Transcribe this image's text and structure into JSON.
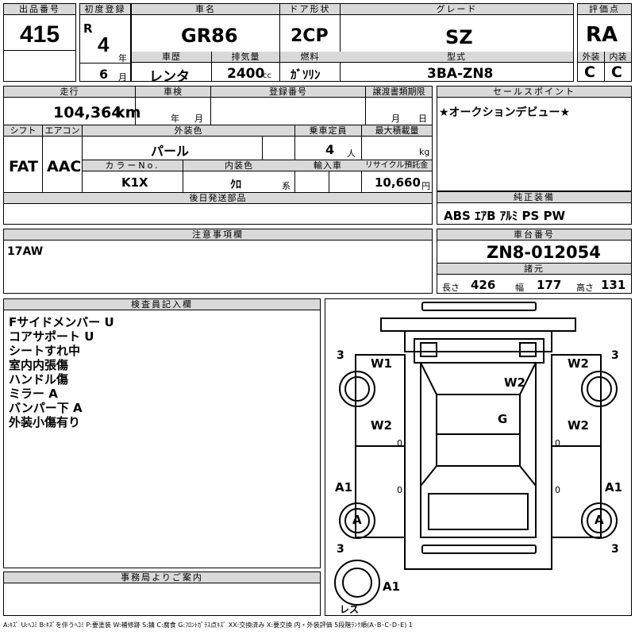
{
  "header": {
    "lot_label": "出品番号",
    "lot": "415",
    "first_reg_label": "初度登録",
    "era": "R",
    "year": "4",
    "year_unit": "年",
    "month": "6",
    "month_unit": "月",
    "model_label": "車名",
    "model": "GR86",
    "door_label": "ドア形状",
    "door": "2CP",
    "grade_label": "グレード",
    "grade": "SZ",
    "score_label": "評価点",
    "score": "RA",
    "history_label": "車歴",
    "history": "レンタ",
    "displacement_label": "排気量",
    "displacement": "2400",
    "displacement_unit": "cc",
    "fuel_label": "燃料",
    "fuel": "ｶﾞｿﾘﾝ",
    "type_label": "型式",
    "type": "3BA-ZN8",
    "ext_label": "外装",
    "ext": "C",
    "int_label": "内装",
    "int": "C"
  },
  "row2": {
    "mileage_label": "走行",
    "mileage": "104,364",
    "mileage_unit": "km",
    "inspection_label": "車検",
    "year_unit": "年",
    "month_unit": "月",
    "reg_no_label": "登録番号",
    "transfer_label": "譲渡書類期限",
    "transfer_month_unit": "月",
    "transfer_day_unit": "日",
    "shift_label": "シフト",
    "shift": "FAT",
    "ac_label": "エアコン",
    "ac": "AAC",
    "color_label": "外装色",
    "color": "パール",
    "capacity_label": "乗車定員",
    "capacity": "4",
    "capacity_unit": "人",
    "load_label": "最大積載量",
    "load_unit": "kg",
    "color_no_label": "カラーNo.",
    "color_no": "K1X",
    "interior_color_label": "内装色",
    "interior_color": "ｸﾛ",
    "interior_color_unit": "系",
    "import_label": "輸入車",
    "recycle_label": "リサイクル預託金",
    "recycle": "10,660",
    "recycle_unit": "円",
    "later_parts_label": "後日発送部品"
  },
  "sales": {
    "label": "セールスポイント",
    "text": "★オークションデビュー★"
  },
  "equipment": {
    "label": "純正装備",
    "text": "ABS ｴｱB ｱﾙﾐ PS PW"
  },
  "notes": {
    "label": "注意事項欄",
    "text": "17AW"
  },
  "chassis": {
    "label": "車台番号",
    "number": "ZN8-012054",
    "specs_label": "諸元",
    "length_label": "長さ",
    "length": "426",
    "width_label": "幅",
    "width": "177",
    "height_label": "高さ",
    "height": "131"
  },
  "inspector": {
    "label": "検査員記入欄",
    "lines": [
      "Fサイドメンバー U",
      "コアサポート U",
      "シートすれ中",
      "室内内張傷",
      "ハンドル傷",
      "ミラー A",
      "バンパー下 A",
      "外装小傷有り"
    ]
  },
  "office": {
    "label": "事務局よりご案内"
  },
  "diagram": {
    "marks": [
      "W1",
      "W2",
      "W2",
      "W2",
      "W2",
      "G",
      "A1",
      "A1",
      "A",
      "A",
      "A1"
    ],
    "bracket_3": "3",
    "tire_note": "レス",
    "zero": "0"
  },
  "legend": "A:ｷｽﾞ U:ﾍｺﾐ B:ｷｽﾞを伴うﾍｺﾐ P:要塗装 W:補修跡 S:錆 C:腐食 G:ﾌﾛﾝﾄｶﾞﾗｽ点ｷｽﾞ XX:交換済み X:要交換 内・外装評価 5段階ﾗﾝｸ順(A･B･C･D･E) 1"
}
